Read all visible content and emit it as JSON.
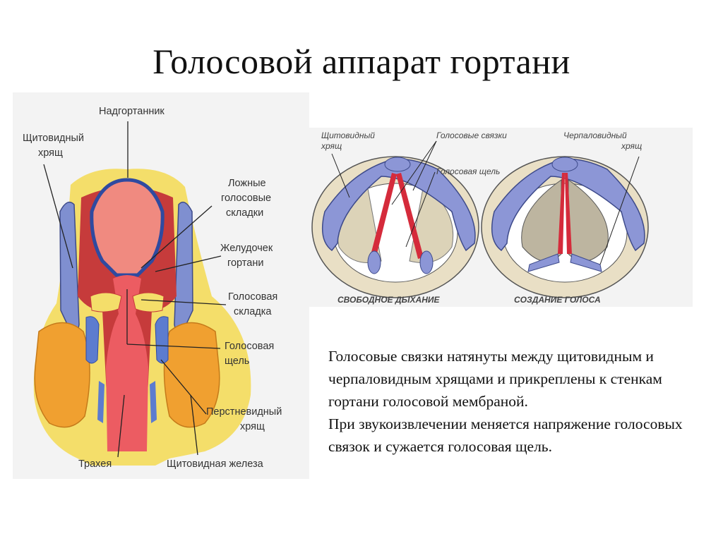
{
  "title": "Голосовой аппарат гортани",
  "left_labels": {
    "epiglottis": "Надгортанник",
    "thyroid_1": "Щитовидный",
    "thyroid_2": "хрящ",
    "false_1": "Ложные",
    "false_2": "голосовые",
    "false_3": "складки",
    "vent_1": "Желудочек",
    "vent_2": "гортани",
    "fold_1": "Голосовая",
    "fold_2": "складка",
    "glottis_1": "Голосовая",
    "glottis_2": "щель",
    "cricoid_1": "Перстневидный",
    "cricoid_2": "хрящ",
    "trachea": "Трахея",
    "thyroid_gland": "Щитовидная железа"
  },
  "right_labels": {
    "thyroid_1": "Щитовидный",
    "thyroid_2": "хрящ",
    "cords": "Голосовые связки",
    "glottis": "Голосовая щель",
    "arytenoid_1": "Черпаловидный",
    "arytenoid_2": "хрящ",
    "caption_free": "СВОБОДНОЕ ДЫХАНИЕ",
    "caption_voice": "СОЗДАНИЕ ГОЛОСА"
  },
  "description": {
    "line_1": "Голосовые связки натянуты между щитовидным и черпаловидным хрящами и прикреплены к стенкам гортани голосовой мембраной.",
    "line_2": "При звукоизвлечении  меняется напряжение голосовых связок и сужается голосовая щель."
  },
  "colors": {
    "mucosa": "#e05050",
    "cartilage": "#7f8fd0",
    "gland": "#f0a030",
    "fat": "#f4de6a",
    "cord": "#d52b3b"
  }
}
